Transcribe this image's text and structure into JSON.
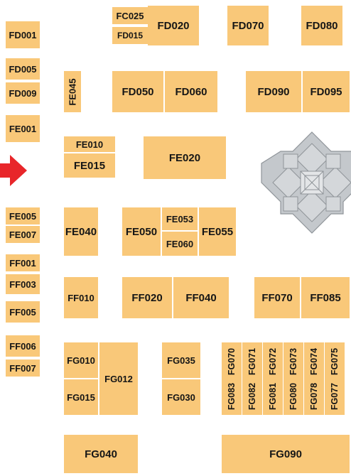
{
  "map": {
    "accent_color": "#e8262a",
    "booth_color": "#f9c879",
    "entrance_icon": "entrance-arrow-icon",
    "fountain_icon": "fountain-icon",
    "booths": [
      "FC025",
      "FD015",
      "FD020",
      "FD070",
      "FD080",
      "FD001",
      "FD005",
      "FD009",
      "FE001",
      "FE045",
      "FD050",
      "FD060",
      "FD090",
      "FD095",
      "FE010",
      "FE015",
      "FE020",
      "FE005",
      "FE007",
      "FE040",
      "FE050",
      "FE053",
      "FE060",
      "FE055",
      "FF001",
      "FF003",
      "FF005",
      "FF006",
      "FF007",
      "FF010",
      "FF020",
      "FF040",
      "FF070",
      "FF085",
      "FG010",
      "FG015",
      "FG012",
      "FG035",
      "FG030",
      "FG070",
      "FG071",
      "FG072",
      "FG073",
      "FG074",
      "FG075",
      "FG083",
      "FG082",
      "FG081",
      "FG080",
      "FG078",
      "FG077",
      "FG040",
      "FG090"
    ]
  }
}
